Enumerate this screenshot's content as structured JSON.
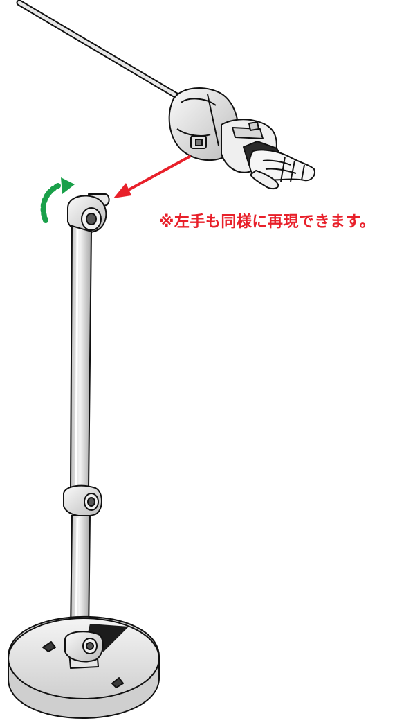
{
  "note": {
    "text": "※左手も同様に再現できます。",
    "color": "#e8202a"
  },
  "colors": {
    "arrow_red": "#e8202a",
    "rotate_green": "#1aa04a",
    "part_fill": "#f2f2f2",
    "part_shade": "#c8c8c8",
    "outline": "#111111"
  },
  "icons": {
    "insert_arrow": "arrow-left-down",
    "rotation_indicator": "curved-dashed-arrow"
  }
}
